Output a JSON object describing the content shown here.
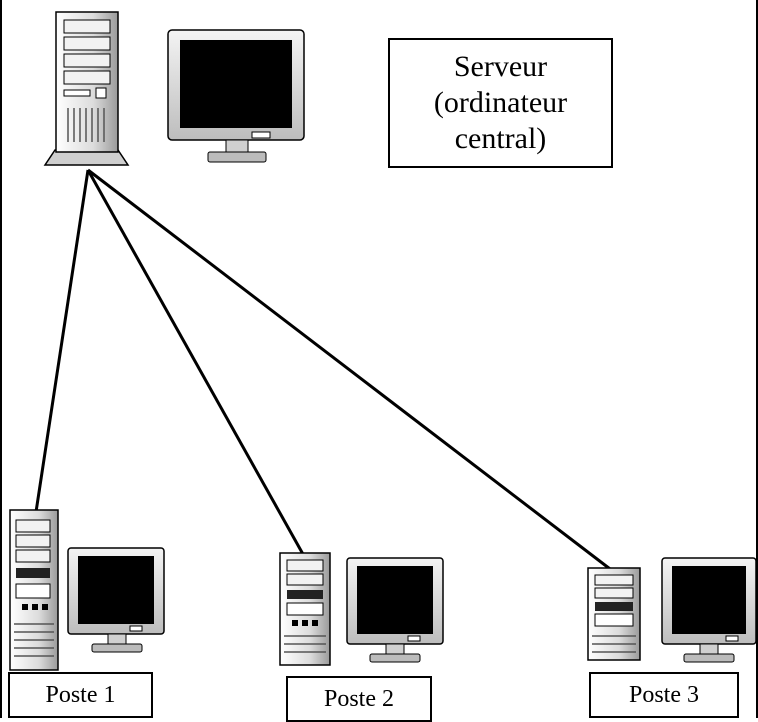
{
  "server": {
    "label": "Serveur (ordinateur central)"
  },
  "clients": [
    {
      "label": "Poste 1"
    },
    {
      "label": "Poste 2"
    },
    {
      "label": "Poste 3"
    }
  ],
  "icons": {
    "server_tower": "server-tower-icon",
    "server_monitor": "monitor-icon",
    "client_tower": "desktop-tower-icon",
    "client_monitor": "monitor-icon"
  },
  "colors": {
    "line": "#000000",
    "screen": "#000000",
    "case": "#e6e6e6"
  }
}
